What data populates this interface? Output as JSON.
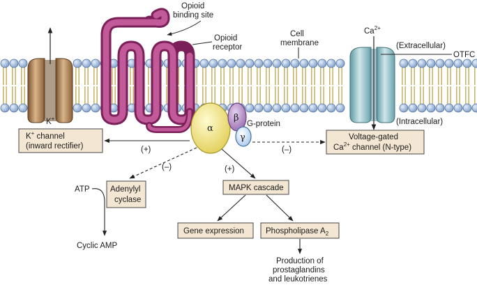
{
  "labels": {
    "opioid_binding_site": [
      "Opioid",
      "binding site"
    ],
    "opioid_receptor": [
      "Opioid",
      "receptor"
    ],
    "cell_membrane": [
      "Cell",
      "membrane"
    ],
    "ca_ion": "Ca2+",
    "extracellular": "(Extracellular)",
    "intracellular": "(Intracellular)",
    "otfc": "OTFC",
    "k_ion": "K+",
    "g_protein": "G-protein",
    "alpha": "α",
    "beta": "β",
    "gamma": "γ",
    "atp": "ATP",
    "cyclic_amp": "Cyclic AMP",
    "production": [
      "Production of",
      "prostaglandins",
      "and leukotrienes"
    ],
    "plus_k": "(+)",
    "minus_ca": "(–)",
    "minus_adenylyl": "(–)",
    "plus_mapk": "(+)"
  },
  "boxes": {
    "k_channel": [
      "K+ channel",
      "(inward rectifier)"
    ],
    "voltage_gated": [
      "Voltage-gated",
      "Ca2+ channel (N-type)"
    ],
    "adenylyl_cyclase": [
      "Adenylyl",
      "cyclase"
    ],
    "mapk": "MAPK cascade",
    "gene_expression": "Gene expression",
    "phospholipase": "Phospholipase A2"
  },
  "colors": {
    "membrane_head": "#8fb0d8",
    "membrane_tail": "#c8b56a",
    "receptor": "#a03c7a",
    "k_channel": "#a8784a",
    "ca_channel": "#8fbcc4",
    "alpha_subunit": "#f2e68a",
    "beta_subunit": "#b58ec4",
    "gamma_subunit": "#cfe3f5",
    "box_fill": "#f3e6d2"
  }
}
